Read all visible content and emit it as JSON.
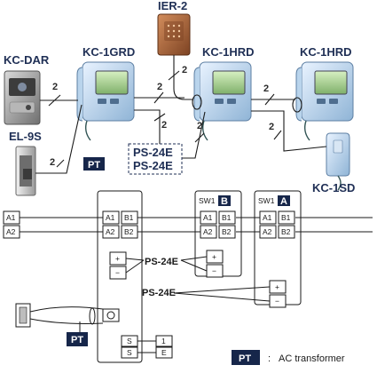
{
  "devices": {
    "kc_dar": "KC-DAR",
    "el_9s": "EL-9S",
    "kc_1grd": "KC-1GRD",
    "ier_2": "IER-2",
    "kc_1hrd_left": "KC-1HRD",
    "kc_1hrd_right": "KC-1HRD",
    "kc_1sd": "KC-1SD"
  },
  "wire_counts": {
    "dar_to_grd": "2",
    "el_to_grd": "2",
    "ier_to_hrd": "2",
    "grd_to_hrd": "2",
    "hrd_to_hrd": "2",
    "ps_to_grd": "2",
    "ps_to_hrd": "2",
    "hrd_to_sd": "2"
  },
  "power_top": {
    "ps_1": "PS-24E",
    "ps_2": "PS-24E"
  },
  "pt_badge": "PT",
  "wiring": {
    "a1": "A1",
    "a2": "A2",
    "b1": "B1",
    "b2": "B2",
    "plus": "+",
    "minus": "−",
    "sw_left_label": "SW1",
    "sw_left_value": "B",
    "sw_right_label": "SW1",
    "sw_right_value": "A",
    "ps_1": "PS-24E",
    "ps_2": "PS-24E",
    "s": "S",
    "one": "1",
    "e": "E",
    "pt": "PT"
  },
  "legend": {
    "badge": "PT",
    "separator": ":",
    "text": "AC transformer"
  },
  "colors": {
    "pt_badge": "#16264a",
    "dark_text": "#1f2f55",
    "wire": "#1a1a1a"
  }
}
